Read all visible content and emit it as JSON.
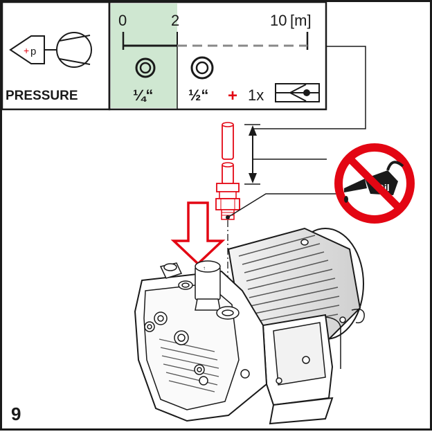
{
  "legend": {
    "plus": "+",
    "p": "p",
    "pressure_label": "PRESSURE"
  },
  "scale": {
    "tick_0": "0",
    "tick_2": "2",
    "tick_10": "10",
    "unit": "[m]",
    "highlight_color": "#cfe7d1"
  },
  "options": {
    "small": {
      "size": "¼“"
    },
    "large": {
      "size": "½“",
      "plus": "+",
      "count": "1x"
    },
    "accent_color": "#e30613"
  },
  "figure_number": "9",
  "no_oil": {
    "text": "Oil",
    "color": "#e30613"
  }
}
